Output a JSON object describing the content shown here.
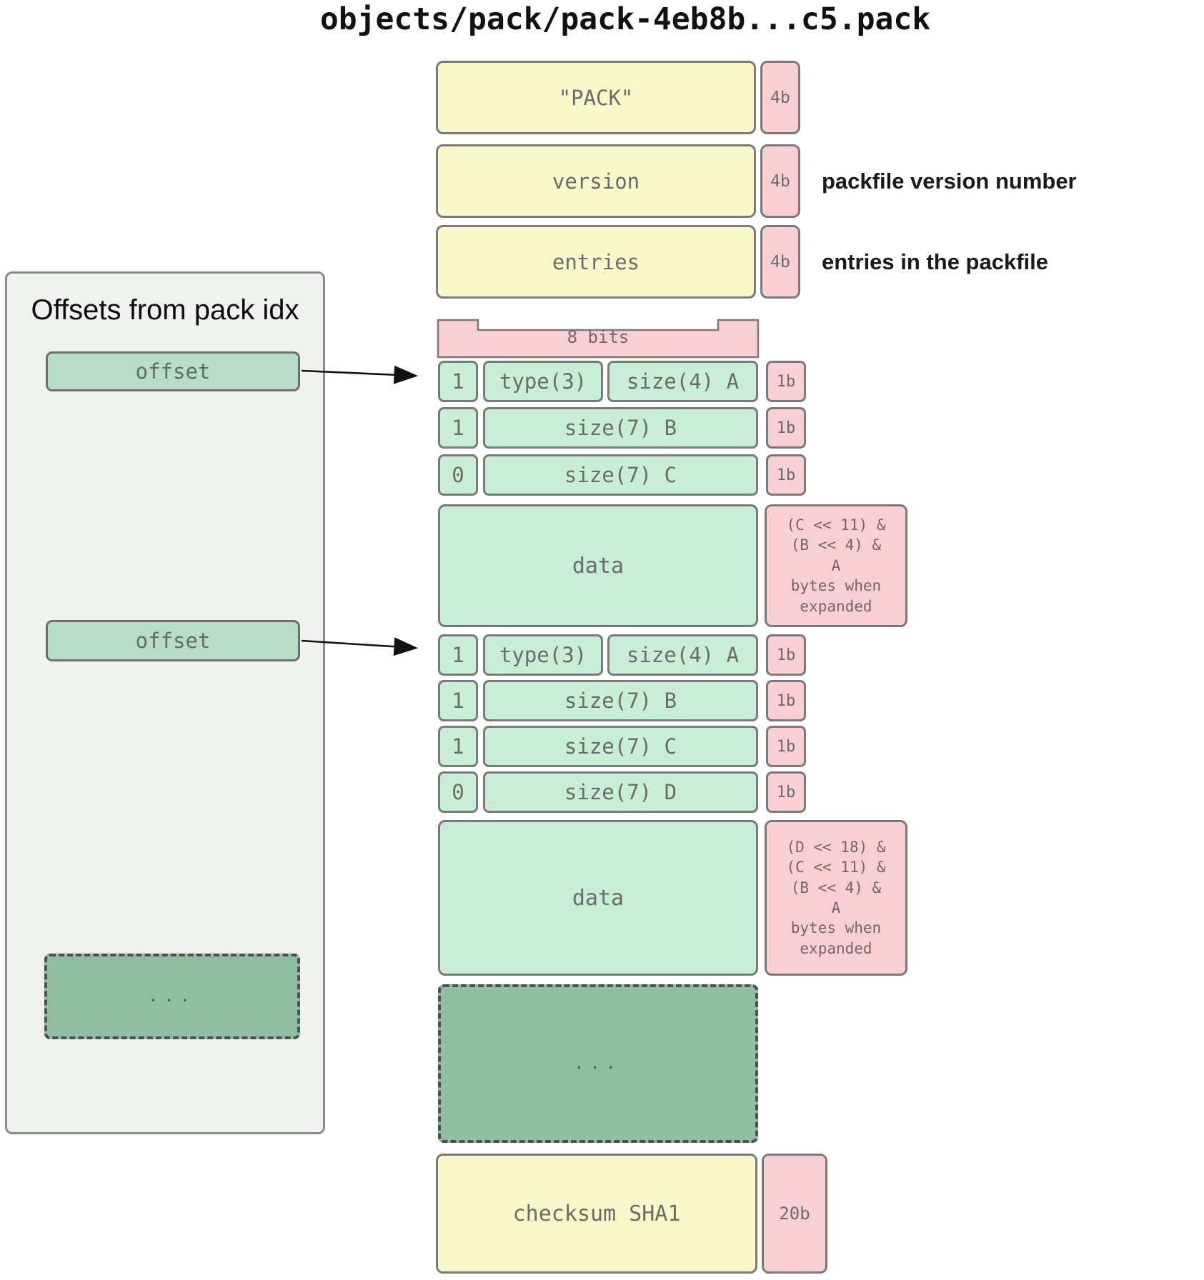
{
  "title": "objects/pack/pack-4eb8b...c5.pack",
  "sidebar": {
    "title": "Offsets from pack idx",
    "offsets": [
      "offset",
      "offset"
    ],
    "ellipsis": "..."
  },
  "pack": {
    "magic": {
      "label": "\"PACK\"",
      "size": "4b"
    },
    "version": {
      "label": "version",
      "size": "4b",
      "note": "packfile version number"
    },
    "entries": {
      "label": "entries",
      "size": "4b",
      "note": "entries in the packfile"
    },
    "bits_label": "8 bits",
    "entry1": {
      "rows": [
        {
          "bit": "1",
          "cell1": "type(3)",
          "cell2": "size(4) A",
          "size": "1b"
        },
        {
          "bit": "1",
          "cell1": "size(7) B",
          "size": "1b"
        },
        {
          "bit": "0",
          "cell1": "size(7) C",
          "size": "1b"
        }
      ],
      "data": "data",
      "note": "(C << 11) &\n(B << 4) &\nA\nbytes when\nexpanded"
    },
    "entry2": {
      "rows": [
        {
          "bit": "1",
          "cell1": "type(3)",
          "cell2": "size(4) A",
          "size": "1b"
        },
        {
          "bit": "1",
          "cell1": "size(7) B",
          "size": "1b"
        },
        {
          "bit": "1",
          "cell1": "size(7) C",
          "size": "1b"
        },
        {
          "bit": "0",
          "cell1": "size(7) D",
          "size": "1b"
        }
      ],
      "data": "data",
      "note": "(D << 18) &\n(C << 11) &\n(B << 4) &\nA\nbytes when\nexpanded"
    },
    "ellipsis": "...",
    "checksum": {
      "label": "checksum SHA1",
      "size": "20b"
    }
  },
  "colors": {
    "yellow": "#f8f8c9",
    "pink": "#f9cfd3",
    "mint": "#c7efd6",
    "offset_green": "#b6dec4",
    "sage_green": "#90bea1",
    "panel_bg": "#f0f2f0",
    "border_gray": "#7a7a7a"
  }
}
